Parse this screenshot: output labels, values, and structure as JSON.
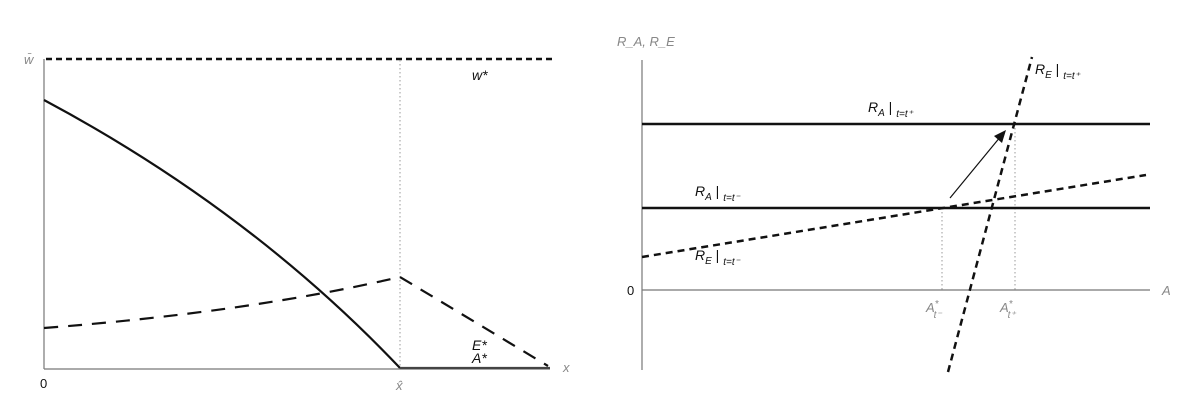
{
  "left_panel": {
    "y_axis_label": "w̄",
    "x_axis_label": "x",
    "origin_label": "0",
    "x_hat_label": "x̂",
    "curves": {
      "w_star": "w*",
      "e_star": "E*",
      "a_star": "A*"
    }
  },
  "right_panel": {
    "y_axis_label": "R_A, R_E",
    "x_axis_label": "A",
    "origin_label": "0",
    "curves": {
      "ra_plus": {
        "main": "R",
        "sub": "A",
        "cond": "t=t⁺"
      },
      "ra_minus": {
        "main": "R",
        "sub": "A",
        "cond": "t=t⁻"
      },
      "re_plus": {
        "main": "R",
        "sub": "E",
        "cond": "t=t⁺"
      },
      "re_minus": {
        "main": "R",
        "sub": "E",
        "cond": "t=t⁻"
      }
    },
    "ticks": {
      "a_minus": {
        "main": "A",
        "sup": "*",
        "sub": "t⁻"
      },
      "a_plus": {
        "main": "A",
        "sup": "*",
        "sub": "t⁺"
      }
    }
  }
}
